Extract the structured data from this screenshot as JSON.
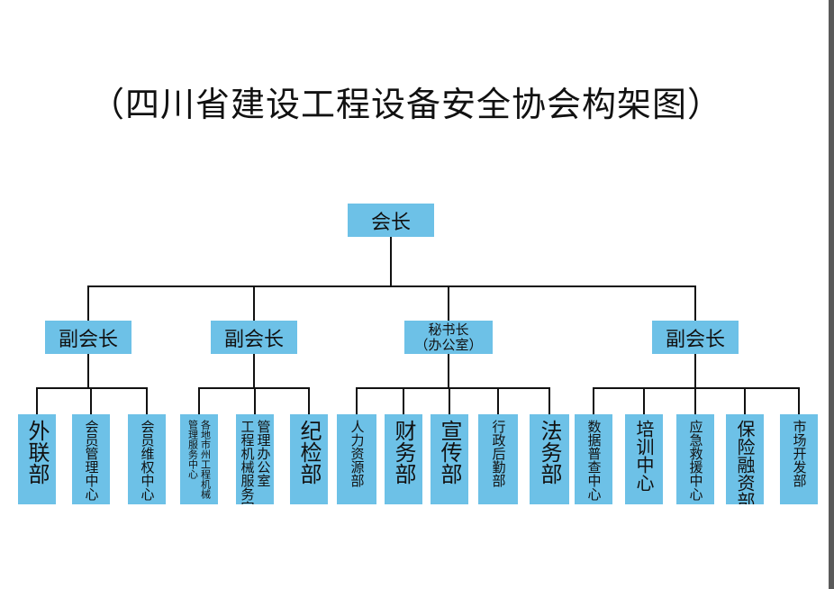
{
  "title": "（四川省建设工程设备安全协会构架图）",
  "colors": {
    "box": "#6dc1e7",
    "line": "#111111"
  },
  "president": "会长",
  "groups": [
    {
      "label": "副会长",
      "departments": [
        {
          "columns": [
            "外联部"
          ],
          "size": "large"
        },
        {
          "columns": [
            "会员管理中心"
          ],
          "size": "small"
        },
        {
          "columns": [
            "会员维权中心"
          ],
          "size": "small"
        }
      ]
    },
    {
      "label": "副会长",
      "departments": [
        {
          "columns": [
            "各地市州工程机械",
            "管理服务中心"
          ],
          "size": "tiny"
        },
        {
          "columns": [
            "管理办公室",
            "工程机械服务室"
          ],
          "size": "small"
        },
        {
          "columns": [
            "纪检部"
          ],
          "size": "large"
        }
      ]
    },
    {
      "label": "秘书长",
      "sublabel": "（办公室）",
      "departments": [
        {
          "columns": [
            "人力资源部"
          ],
          "size": "small"
        },
        {
          "columns": [
            "财务部"
          ],
          "size": "large"
        },
        {
          "columns": [
            "宣传部"
          ],
          "size": "large"
        },
        {
          "columns": [
            "行政后勤部"
          ],
          "size": "small"
        },
        {
          "columns": [
            "法务部"
          ],
          "size": "large"
        }
      ]
    },
    {
      "label": "副会长",
      "departments": [
        {
          "columns": [
            "数据普查中心"
          ],
          "size": "small"
        },
        {
          "columns": [
            "培训中心"
          ],
          "size": "medium"
        },
        {
          "columns": [
            "应急救援中心"
          ],
          "size": "small"
        },
        {
          "columns": [
            "保险融资部"
          ],
          "size": "medium"
        },
        {
          "columns": [
            "市场开发部"
          ],
          "size": "small"
        }
      ]
    }
  ]
}
